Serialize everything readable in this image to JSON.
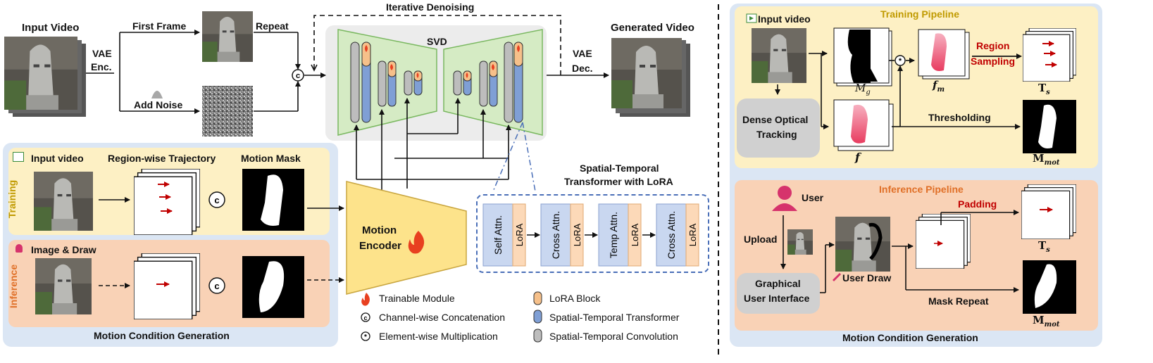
{
  "top": {
    "input_video": "Input Video",
    "first_frame": "First Frame",
    "repeat": "Repeat",
    "vae_enc": [
      "VAE",
      "Enc."
    ],
    "add_noise": "Add Noise",
    "iterative_denoising": "Iterative Denoising",
    "svd": "SVD",
    "vae_dec": [
      "VAE",
      "Dec."
    ],
    "generated_video": "Generated Video"
  },
  "motion_panel": {
    "training_side": "Training",
    "inference_side": "Inference",
    "input_video": "Input video",
    "region_traj": "Region-wise Trajectory",
    "motion_mask": "Motion Mask",
    "image_draw": "Image & Draw",
    "footer": "Motion Condition Generation"
  },
  "encoder": {
    "line1": "Motion",
    "line2": "Encoder"
  },
  "stlora": {
    "title1": "Spatial-Temporal",
    "title2": "Transformer with LoRA",
    "blocks": [
      "Self Attn.",
      "Cross Attn.",
      "Temp Attn.",
      "Cross Attn."
    ],
    "lora": "LoRA"
  },
  "legend": {
    "trainable": "Trainable Module",
    "concat": "Channel-wise Concatenation",
    "mult": "Element-wise Multiplication",
    "lora_block": "LoRA Block",
    "st_transformer": "Spatial-Temporal Transformer",
    "st_conv": "Spatial-Temporal Convolution"
  },
  "training_pipeline": {
    "title": "Training Pipeline",
    "input_video": "Input video",
    "dense1": "Dense Optical",
    "dense2": "Tracking",
    "mg": "M",
    "mg_sub": "g",
    "f": "f",
    "fm": "f",
    "fm_sub": "m",
    "region1": "Region",
    "region2": "Sampling",
    "ts": "T",
    "ts_sub": "s",
    "thresholding": "Thresholding",
    "mmot": "M",
    "mmot_sub": "mot"
  },
  "inference_pipeline": {
    "title": "Inference Pipeline",
    "user": "User",
    "upload": "Upload",
    "gui1": "Graphical",
    "gui2": "User Interface",
    "user_draw": "User Draw",
    "padding": "Padding",
    "ts": "T",
    "ts_sub": "s",
    "mask_repeat": "Mask Repeat",
    "mmot": "M",
    "mmot_sub": "mot"
  },
  "right_footer": "Motion Condition Generation",
  "colors": {
    "training_bg": "#fdf0c4",
    "inference_bg": "#f9d2b6",
    "panel_bg": "#dbe6f4",
    "unet_green": "#d5ebc4",
    "encoder_yellow": "#fde38b",
    "lora_orange": "#f6c08a",
    "transformer_blue": "#7f9fd5",
    "conv_gray": "#bdbdbd",
    "region_red": "#c00000",
    "training_title": "#c09a00",
    "inference_title": "#e07028"
  }
}
